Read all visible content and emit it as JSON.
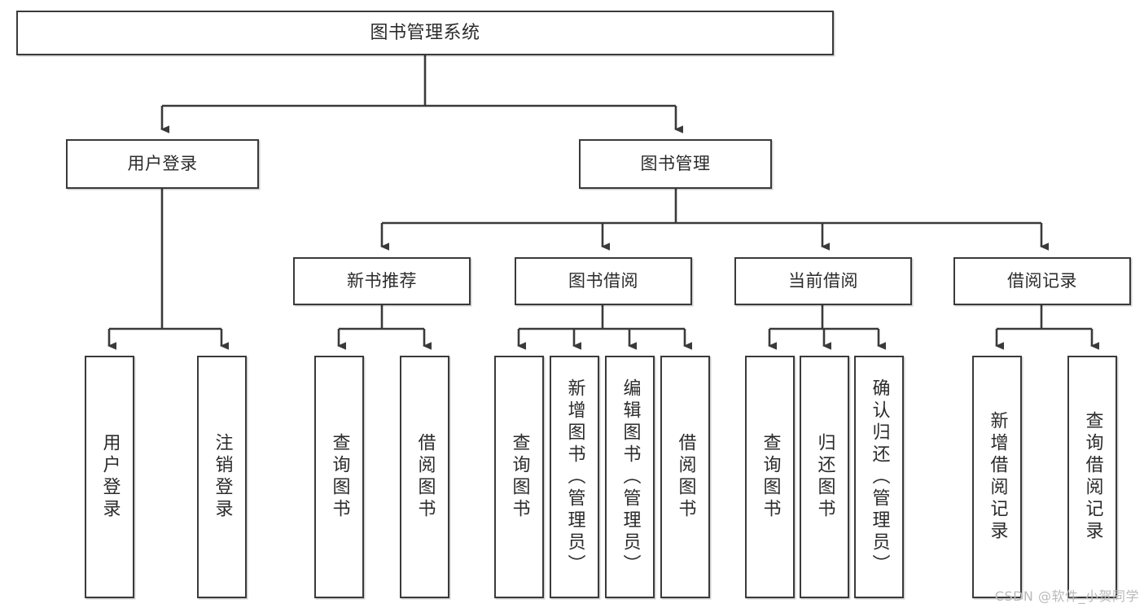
{
  "diagram": {
    "title": "图书管理系统",
    "type": "tree",
    "colors": {
      "box_border": "#3a3a3a",
      "box_fill": "#ffffff",
      "text": "#2b2b2b",
      "connector": "#3a3a3a",
      "watermark": "#b9b9b9"
    },
    "root": {
      "label": "图书管理系统"
    },
    "level2": [
      {
        "label": "用户登录"
      },
      {
        "label": "图书管理"
      }
    ],
    "level3": [
      {
        "label": "新书推荐"
      },
      {
        "label": "图书借阅"
      },
      {
        "label": "当前借阅"
      },
      {
        "label": "借阅记录"
      }
    ],
    "leaves": {
      "user_login": [
        {
          "label": "用户登录"
        },
        {
          "label": "注销登录"
        }
      ],
      "new_book_recommend": [
        {
          "label": "查询图书"
        },
        {
          "label": "借阅图书"
        }
      ],
      "book_borrow": [
        {
          "label": "查询图书"
        },
        {
          "label": "新增图书（管理员）"
        },
        {
          "label": "编辑图书（管理员）"
        },
        {
          "label": "借阅图书"
        }
      ],
      "current_borrow": [
        {
          "label": "查询图书"
        },
        {
          "label": "归还图书"
        },
        {
          "label": "确认归还（管理员）"
        }
      ],
      "borrow_record": [
        {
          "label": "新增借阅记录"
        },
        {
          "label": "查询借阅记录"
        }
      ]
    }
  },
  "watermark": {
    "text": "CSDN @软件_小贺同学"
  }
}
